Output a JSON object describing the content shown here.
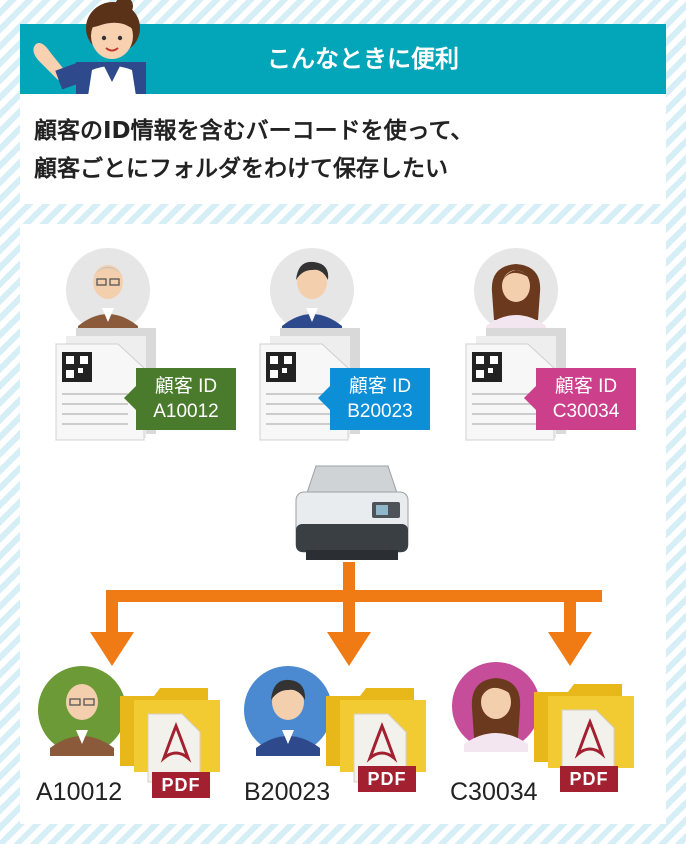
{
  "header": {
    "title": "こんなときに便利"
  },
  "intro": {
    "line1": "顧客のID情報を含むバーコードを使って、",
    "line2": "顧客ごとにフォルダをわけて保存したい"
  },
  "documents": [
    {
      "label_title": "顧客 ID",
      "label_id": "A10012",
      "color": "#4a7b2c"
    },
    {
      "label_title": "顧客 ID",
      "label_id": "B20023",
      "color": "#0d8fd8"
    },
    {
      "label_title": "顧客 ID",
      "label_id": "C30034",
      "color": "#cc3f8a"
    }
  ],
  "folders": [
    {
      "name": "A10012",
      "pdf": "PDF"
    },
    {
      "name": "B20023",
      "pdf": "PDF"
    },
    {
      "name": "C30034",
      "pdf": "PDF"
    }
  ],
  "colors": {
    "header": "#03a5b8",
    "arrow": "#f07a14"
  },
  "icons": [
    "presenter-woman-icon",
    "person-icon",
    "document-icon",
    "qr-code-icon",
    "scanner-icon",
    "folder-icon",
    "pdf-icon"
  ]
}
